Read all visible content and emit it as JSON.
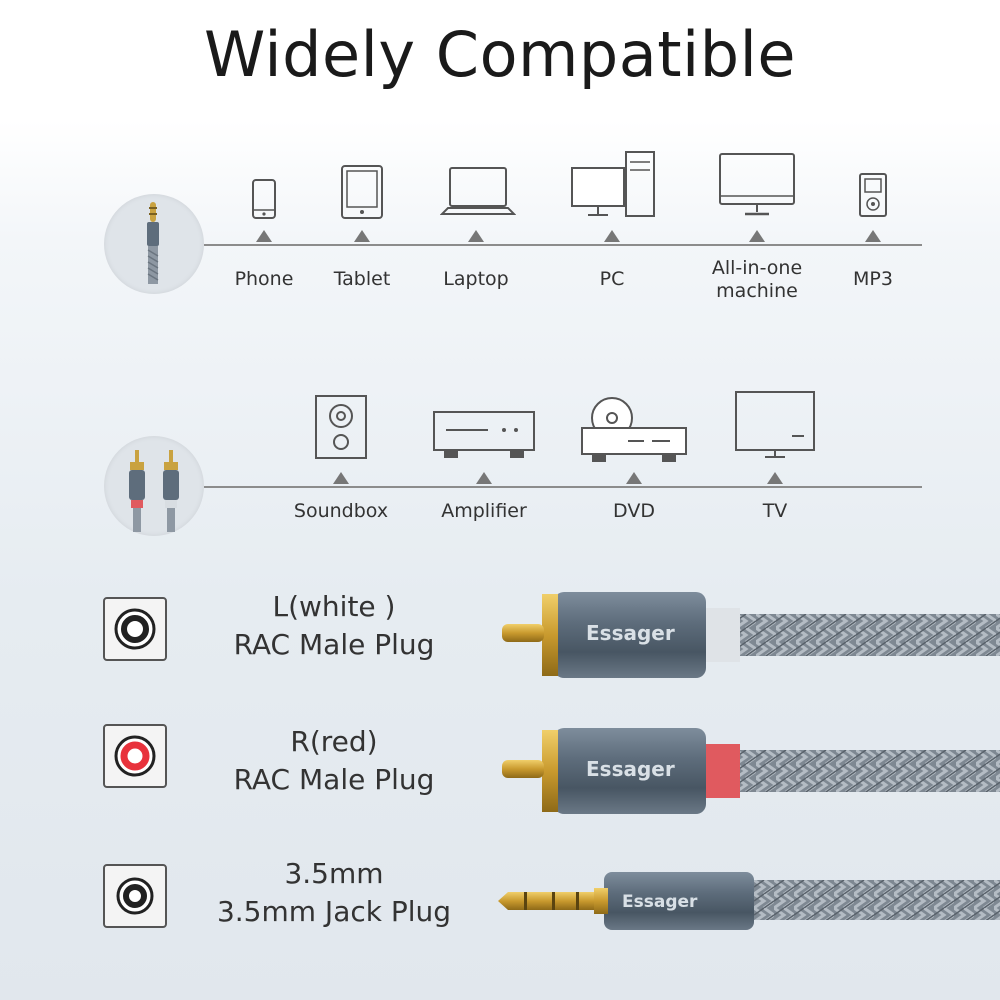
{
  "title": "Widely Compatible",
  "row1": {
    "devices": [
      {
        "label": "Phone",
        "icon": "phone-icon"
      },
      {
        "label": "Tablet",
        "icon": "tablet-icon"
      },
      {
        "label": "Laptop",
        "icon": "laptop-icon"
      },
      {
        "label": "PC",
        "icon": "pc-icon"
      },
      {
        "label_line1": "All-in-one",
        "label_line2": "machine",
        "icon": "all-in-one-icon"
      },
      {
        "label": "MP3",
        "icon": "mp3-player-icon"
      }
    ]
  },
  "row2": {
    "devices": [
      {
        "label": "Soundbox",
        "icon": "soundbox-icon"
      },
      {
        "label": "Amplifier",
        "icon": "amplifier-icon"
      },
      {
        "label": "DVD",
        "icon": "dvd-icon"
      },
      {
        "label": "TV",
        "icon": "tv-icon"
      }
    ]
  },
  "plugs": [
    {
      "line1": "L(white )",
      "line2": "RAC Male Plug",
      "ring_color": "#ffffff",
      "brand": "Essager"
    },
    {
      "line1": "R(red)",
      "line2": "RAC Male Plug",
      "ring_color": "#e8323c",
      "brand": "Essager"
    },
    {
      "line1": "3.5mm",
      "line2": "3.5mm Jack Plug",
      "ring_color": "#ffffff",
      "brand": "Essager"
    }
  ],
  "colors": {
    "cable_metal": "#5c6b7a",
    "gold": "#d4a93a",
    "braid": "#8c96a0",
    "red_collar": "#e05a5f"
  }
}
